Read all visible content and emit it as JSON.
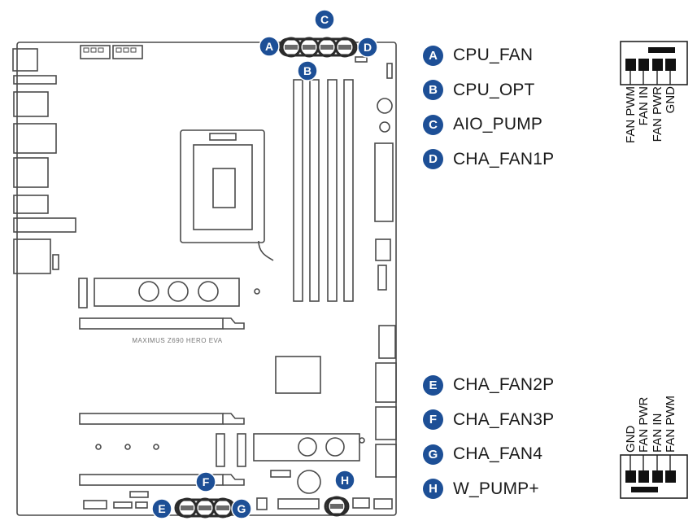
{
  "board_label": "MAXIMUS Z690 HERO EVA",
  "colors": {
    "badge": "#1d4f96",
    "line": "#2b2b2b",
    "board": "#4a4a4a"
  },
  "header_groups": [
    {
      "id": "top",
      "items": [
        {
          "letter": "A",
          "name": "CPU_FAN"
        },
        {
          "letter": "B",
          "name": "CPU_OPT"
        },
        {
          "letter": "C",
          "name": "AIO_PUMP"
        },
        {
          "letter": "D",
          "name": "CHA_FAN1P"
        }
      ],
      "pinout": [
        "FAN PWM",
        "FAN IN",
        "FAN PWR",
        "GND"
      ]
    },
    {
      "id": "bottom",
      "items": [
        {
          "letter": "E",
          "name": "CHA_FAN2P"
        },
        {
          "letter": "F",
          "name": "CHA_FAN3P"
        },
        {
          "letter": "G",
          "name": "CHA_FAN4"
        },
        {
          "letter": "H",
          "name": "W_PUMP+"
        }
      ],
      "pinout": [
        "GND",
        "FAN PWR",
        "FAN IN",
        "FAN PWM"
      ]
    }
  ]
}
